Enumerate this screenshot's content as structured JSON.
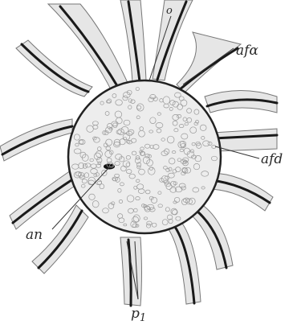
{
  "labels": {
    "o": "o",
    "afa": "afα",
    "afd": "afd",
    "an": "an",
    "p1_main": "p",
    "p1_sub": "1"
  }
}
